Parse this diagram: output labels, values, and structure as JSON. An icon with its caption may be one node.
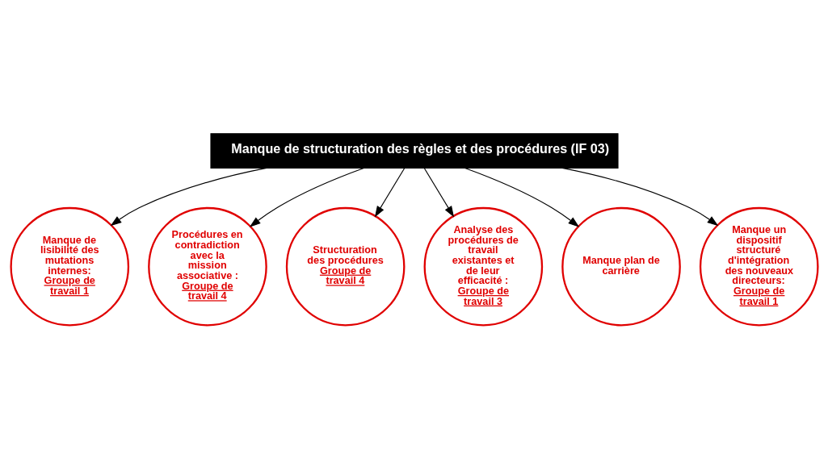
{
  "diagram": {
    "nodes": [
      {
        "text": [
          "Manque de structuration des règles et des procédures (IF 03)"
        ]
      },
      {
        "text": [
          "Manque de lisibilité des mutations internes:",
          "Groupe de travail 1"
        ]
      },
      {
        "text": [
          "Procédures en contradiction avec la mission associative :",
          "Groupe de travail 4"
        ]
      },
      {
        "text": [
          "Structuration des procédures",
          "Groupe de travail 4"
        ]
      },
      {
        "text": [
          "Analyse des procédures de travail existantes et de leur efficacité :",
          "Groupe de travail 3"
        ]
      },
      {
        "text": [
          "Manque plan de carrière"
        ]
      },
      {
        "text": [
          "Manque un dispositif structuré d'intégration des nouveaux directeurs:",
          "Groupe de travail 1"
        ]
      }
    ],
    "edges": [
      {
        "from": 0,
        "to": 1,
        "arrow": "to"
      },
      {
        "from": 0,
        "to": 2,
        "arrow": "to"
      },
      {
        "from": 0,
        "to": 3,
        "arrow": "to"
      },
      {
        "from": 0,
        "to": 4,
        "arrow": "to"
      },
      {
        "from": 0,
        "to": 5,
        "arrow": "to"
      },
      {
        "from": 0,
        "to": 6,
        "arrow": "to"
      }
    ]
  }
}
